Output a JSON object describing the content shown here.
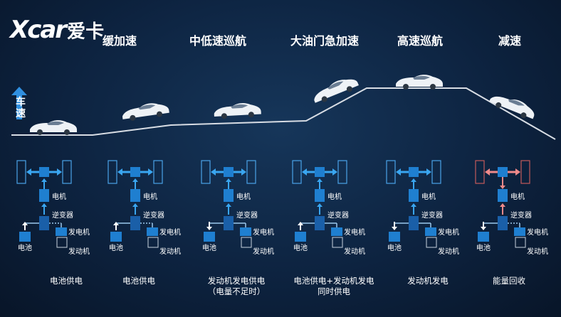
{
  "logo": {
    "latin": "Xcar",
    "chinese": "爱卡"
  },
  "speed_label": "车速",
  "stages": [
    {
      "title": "缓加速",
      "caption": [
        "电池供电"
      ],
      "mode": "battery"
    },
    {
      "title": "",
      "caption": [
        "电池供电"
      ],
      "mode": "battery"
    },
    {
      "title": "中低速巡航",
      "caption": [
        "发动机发电供电",
        "（电量不足时）"
      ],
      "mode": "engine-gen"
    },
    {
      "title": "大油门急加速",
      "caption": [
        "电池供电+发动机发电",
        "同时供电"
      ],
      "mode": "both"
    },
    {
      "title": "高速巡航",
      "caption": [
        "发动机发电"
      ],
      "mode": "engine-gen-high"
    },
    {
      "title": "减速",
      "caption": [
        "能量回收"
      ],
      "mode": "regen"
    }
  ],
  "labels": {
    "motor": "电机",
    "inverter": "逆变器",
    "generator": "发电机",
    "battery": "电池",
    "engine": "发动机"
  },
  "colors": {
    "flow": "#3aa6f0",
    "regen": "#f08a8a",
    "box": "#1f7fd0",
    "wheel_outline": "#4aa3e8",
    "road": "#d8dde4"
  }
}
